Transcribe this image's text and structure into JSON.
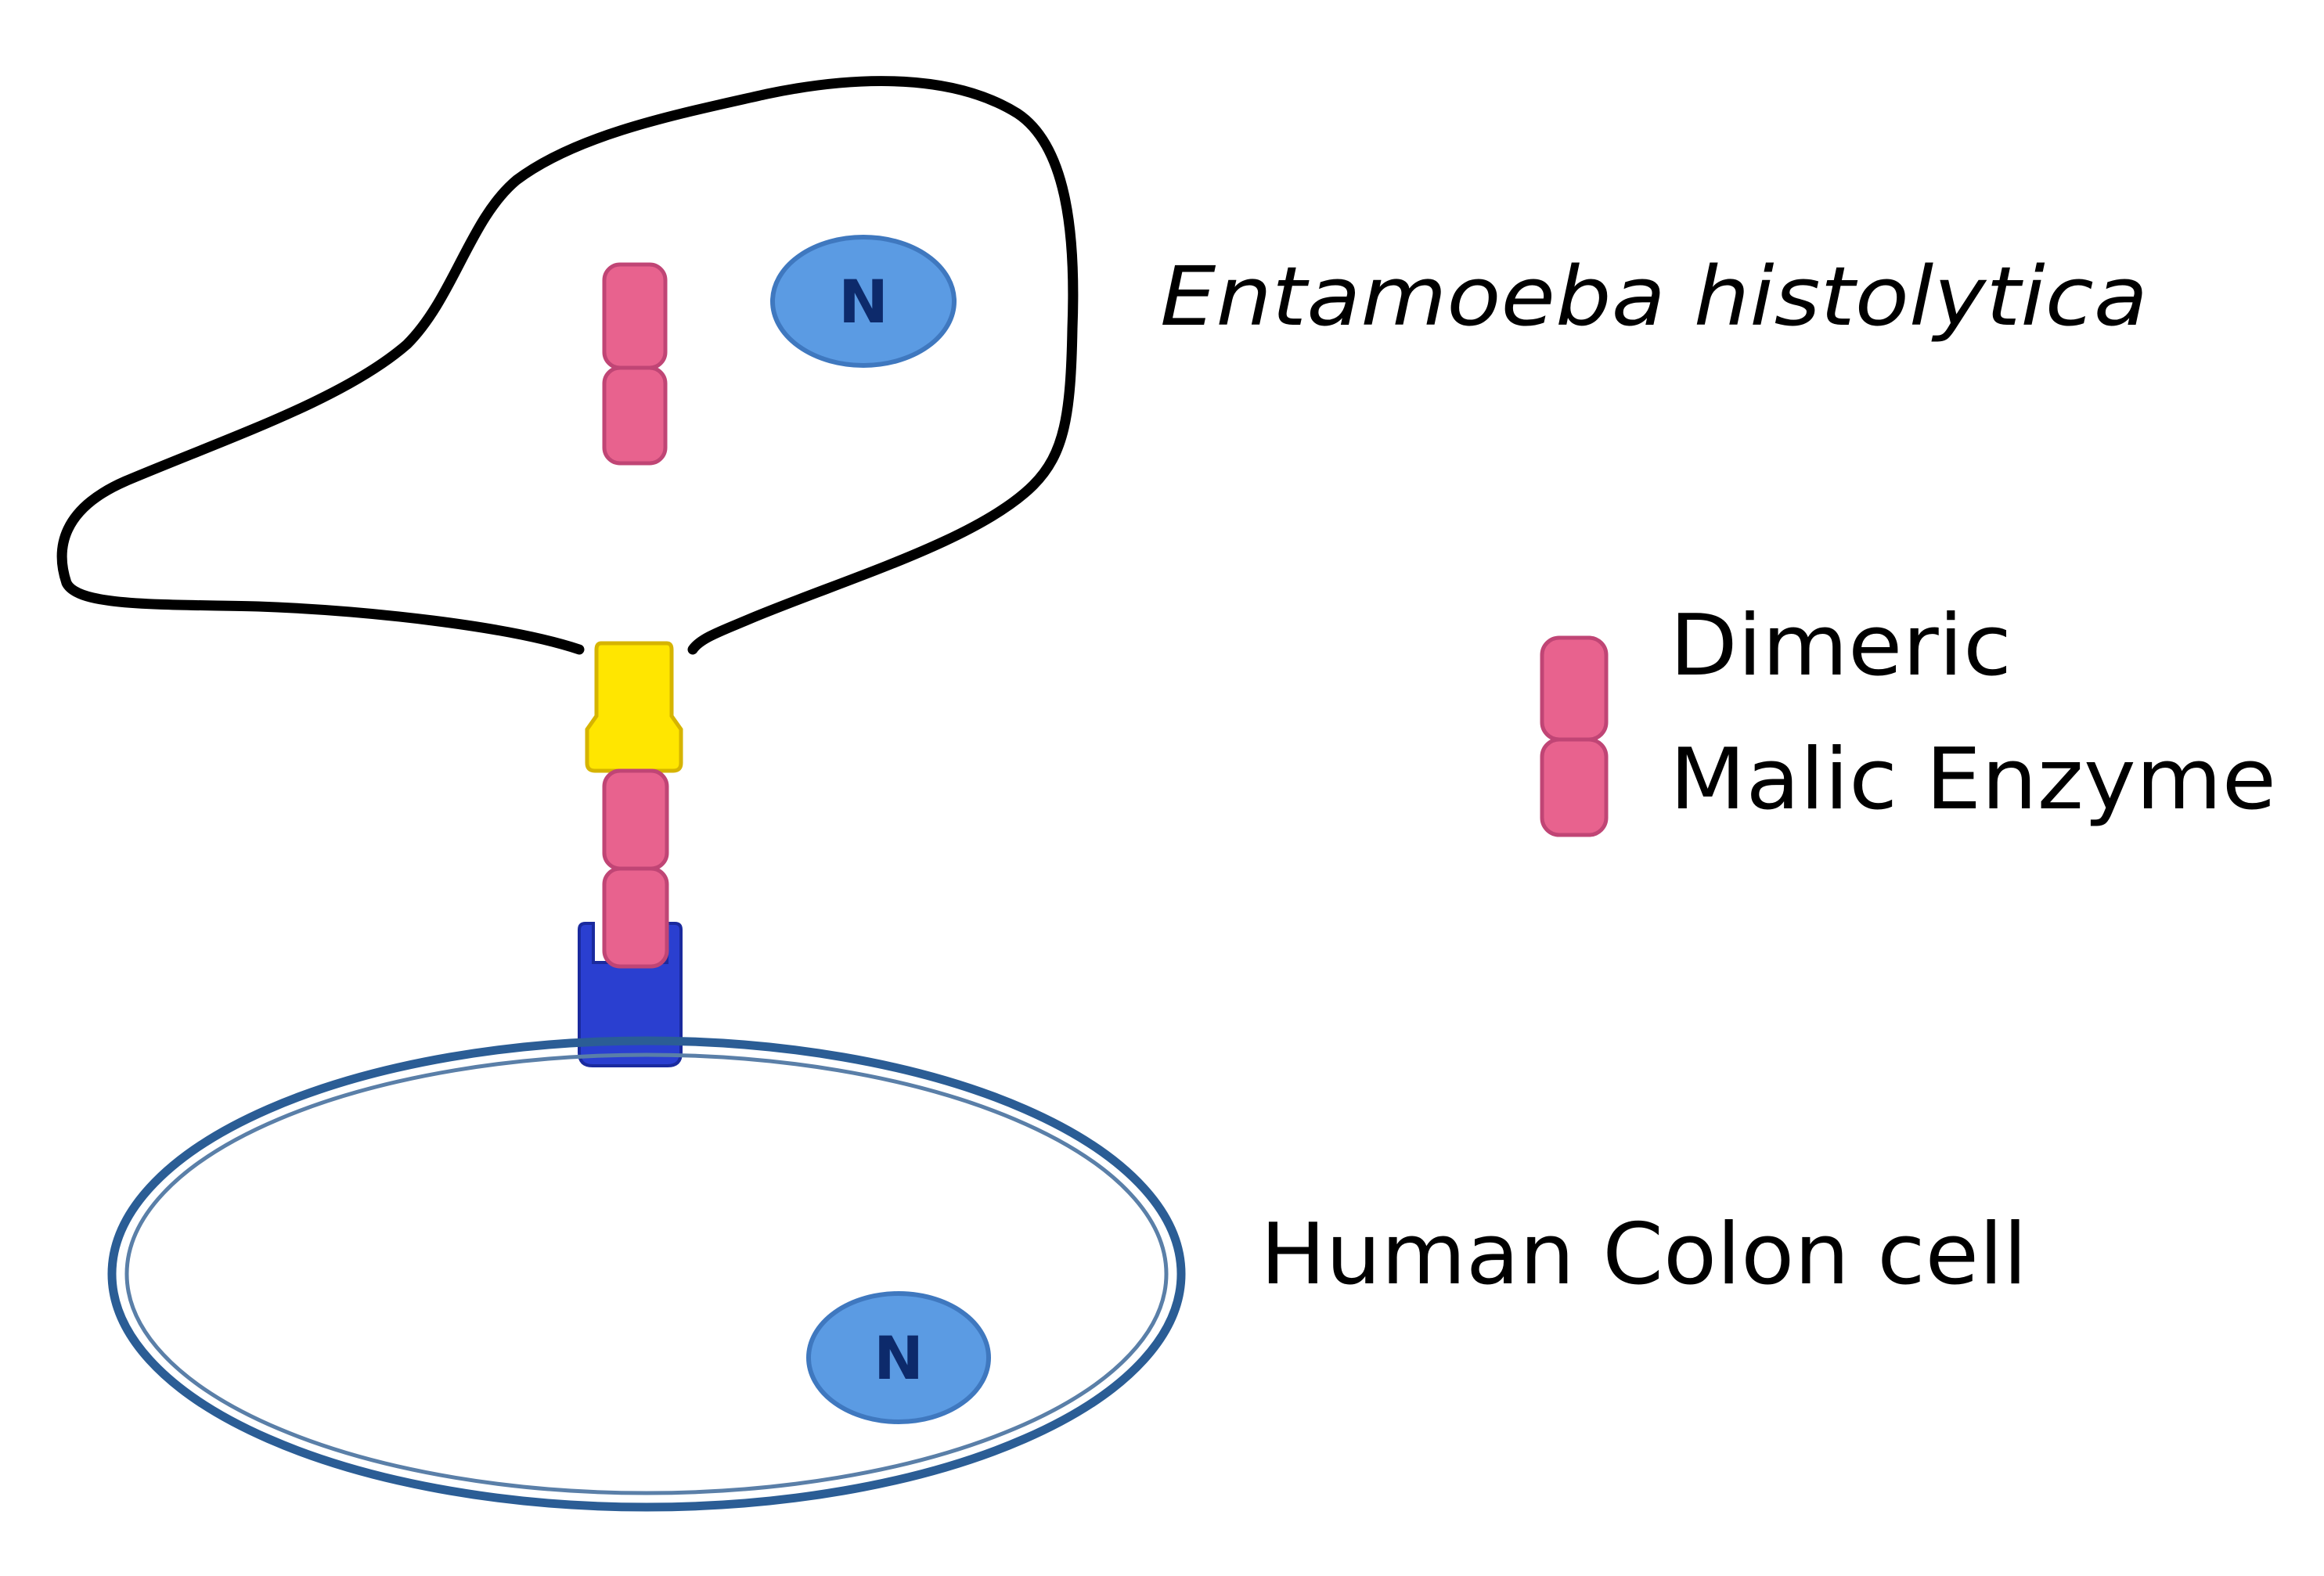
{
  "labels": {
    "parasite": "Entamoeba histolytica",
    "legend_line1": "Dimeric",
    "legend_line2": "Malic Enzyme",
    "host_cell": "Human Colon cell",
    "parasite_nucleus": "N",
    "host_nucleus": "N"
  },
  "colors": {
    "enzyme_fill": "#e8628e",
    "enzyme_stroke": "#c04575",
    "nucleus_fill": "#5b9be3",
    "nucleus_stroke": "#3f78bf",
    "ligand_fill": "#ffe600",
    "ligand_stroke": "#d6b400",
    "receptor_fill": "#2a3fd0",
    "receptor_stroke": "#1a2a9e",
    "host_membrane": "#2b5d95",
    "parasite_outline": "#000000"
  },
  "icons": {
    "enzyme": "dimer-capsule-icon",
    "nucleus": "nucleus-ellipse-icon",
    "ligand": "yellow-ligand-icon",
    "receptor": "blue-receptor-icon"
  }
}
